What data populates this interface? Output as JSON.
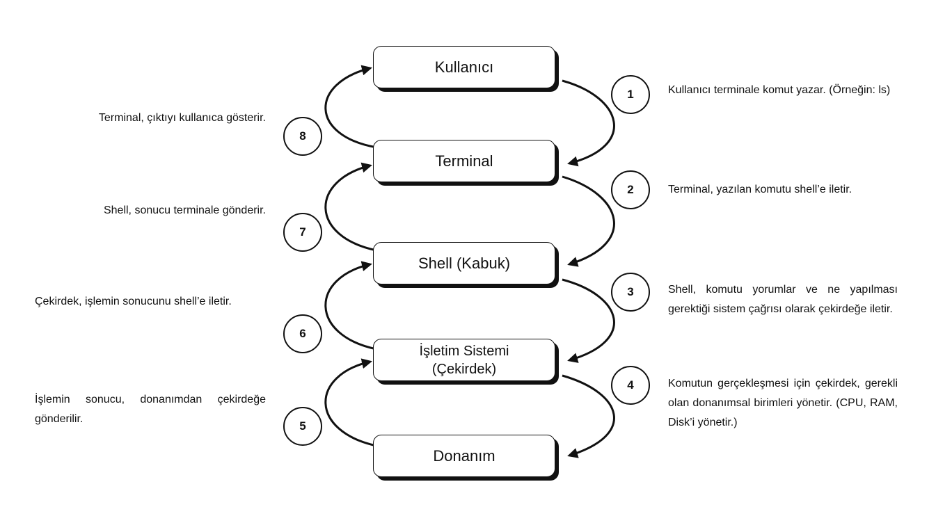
{
  "nodes": {
    "user": "Kullanıcı",
    "terminal": "Terminal",
    "shell": "Shell (Kabuk)",
    "os_line1": "İşletim Sistemi",
    "os_line2": "(Çekirdek)",
    "hardware": "Donanım"
  },
  "steps": [
    {
      "number": "1",
      "text": "Kullanıcı terminale komut yazar. (Örneğin: ls)"
    },
    {
      "number": "2",
      "text": "Terminal, yazılan komutu shell’e iletir."
    },
    {
      "number": "3",
      "text": "Shell, komutu yorumlar ve ne yapılması gerektiği sistem çağrısı olarak çekirdeğe iletir."
    },
    {
      "number": "4",
      "text": "Komutun gerçekleşmesi için çekirdek, gerekli olan donanımsal birimleri yönetir. (CPU, RAM, Disk’i yönetir.)"
    },
    {
      "number": "5",
      "text": "İşlemin sonucu, donanımdan çekirdeğe gönderilir."
    },
    {
      "number": "6",
      "text": "Çekirdek, işlemin sonucunu shell’e iletir."
    },
    {
      "number": "7",
      "text": "Shell, sonucu terminale gönderir."
    },
    {
      "number": "8",
      "text": "Terminal, çıktıyı kullanıca gösterir."
    }
  ]
}
